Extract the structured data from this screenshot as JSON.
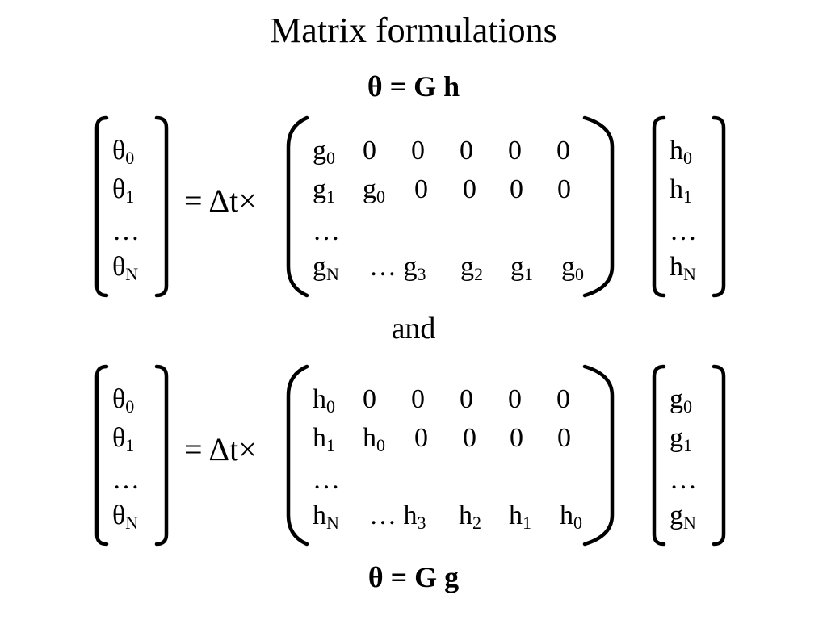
{
  "title": "Matrix formulations",
  "eq_top": {
    "lhs": "θ",
    "op": "=",
    "rhs": "G h"
  },
  "eq_bottom": {
    "lhs": "θ",
    "op": "=",
    "rhs": "G g"
  },
  "connector": "and",
  "multiplier": "= Δt×",
  "blocks": [
    {
      "left_vec": [
        [
          "θ",
          "0"
        ],
        [
          "θ",
          "1"
        ],
        [
          "…",
          ""
        ],
        [
          "θ",
          "N"
        ]
      ],
      "matrix": [
        [
          [
            "g",
            "0"
          ],
          [
            "0",
            ""
          ],
          [
            "0",
            ""
          ],
          [
            "0",
            ""
          ],
          [
            "0",
            ""
          ],
          [
            "0",
            ""
          ]
        ],
        [
          [
            "g",
            "1"
          ],
          [
            "g",
            "0"
          ],
          [
            "0",
            ""
          ],
          [
            "0",
            ""
          ],
          [
            "0",
            ""
          ],
          [
            "0",
            ""
          ]
        ],
        [
          [
            "…",
            ""
          ]
        ],
        [
          [
            "g",
            "N"
          ],
          [
            "… g",
            "3"
          ],
          [
            "g",
            "2"
          ],
          [
            "g",
            "1"
          ],
          [
            "g",
            "0"
          ]
        ]
      ],
      "right_vec": [
        [
          "h",
          "0"
        ],
        [
          "h",
          "1"
        ],
        [
          "…",
          ""
        ],
        [
          "h",
          "N"
        ]
      ]
    },
    {
      "left_vec": [
        [
          "θ",
          "0"
        ],
        [
          "θ",
          "1"
        ],
        [
          "…",
          ""
        ],
        [
          "θ",
          "N"
        ]
      ],
      "matrix": [
        [
          [
            "h",
            "0"
          ],
          [
            "0",
            ""
          ],
          [
            "0",
            ""
          ],
          [
            "0",
            ""
          ],
          [
            "0",
            ""
          ],
          [
            "0",
            ""
          ]
        ],
        [
          [
            "h",
            "1"
          ],
          [
            "h",
            "0"
          ],
          [
            "0",
            ""
          ],
          [
            "0",
            ""
          ],
          [
            "0",
            ""
          ],
          [
            "0",
            ""
          ]
        ],
        [
          [
            "…",
            ""
          ]
        ],
        [
          [
            "h",
            "N"
          ],
          [
            "… h",
            "3"
          ],
          [
            "h",
            "2"
          ],
          [
            "h",
            "1"
          ],
          [
            "h",
            "0"
          ]
        ]
      ],
      "right_vec": [
        [
          "g",
          "0"
        ],
        [
          "g",
          "1"
        ],
        [
          "…",
          ""
        ],
        [
          "g",
          "N"
        ]
      ]
    }
  ]
}
